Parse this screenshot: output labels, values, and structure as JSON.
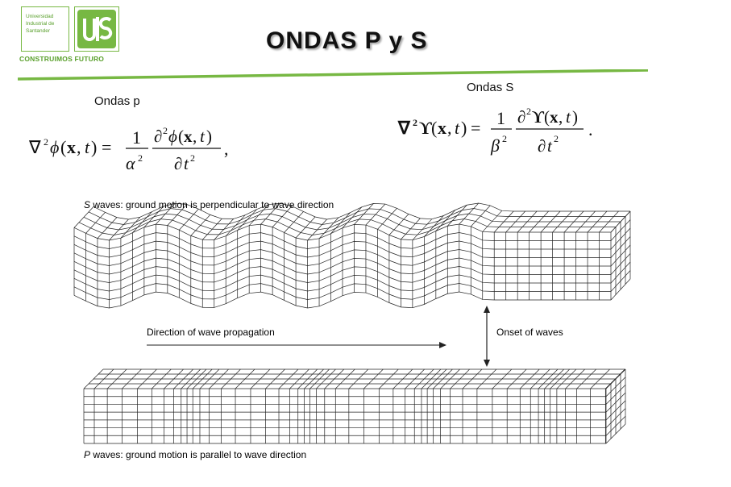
{
  "logo": {
    "text_line1": "Universidad",
    "text_line2": "Industrial de",
    "text_line3": "Santander",
    "motto": "CONSTRUIMOS FUTURO",
    "emblem": "UIS"
  },
  "title": "ONDAS P y S",
  "labels": {
    "p_waves": "Ondas p",
    "s_waves": "Ondas S"
  },
  "colors": {
    "accent_green": "#77b843",
    "logo_green": "#5aa02c"
  },
  "diagram": {
    "s_caption_prefix": "S",
    "s_caption_rest": " waves: ground motion is perpendicular to wave direction",
    "direction_label": "Direction of wave propagation",
    "onset_label": "Onset of waves",
    "p_caption_prefix": "P",
    "p_caption_rest": " waves: ground motion is parallel to wave direction"
  }
}
